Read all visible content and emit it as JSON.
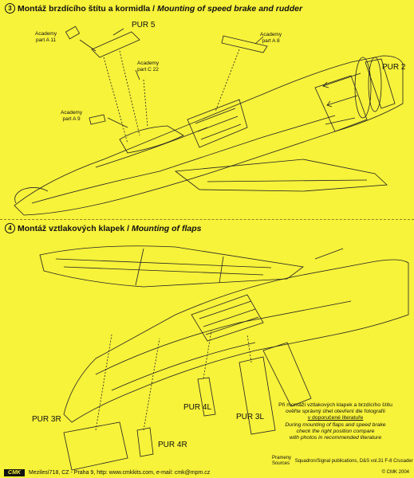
{
  "section3": {
    "num": "3",
    "title_cz": "Montáž brzdícího štítu a kormidla / ",
    "title_en": "Mounting of speed brake and rudder"
  },
  "section4": {
    "num": "4",
    "title_cz": "Montáž vztlakových klapek / ",
    "title_en": "Mounting of flaps"
  },
  "labels": {
    "academy_a11_line1": "Academy",
    "academy_a11_line2": "part A 11",
    "academy_a8_line1": "Academy",
    "academy_a8_line2": "part A 8",
    "academy_c22_line1": "Academy",
    "academy_c22_line2": "part C 22",
    "academy_a9_line1": "Academy",
    "academy_a9_line2": "part A 9",
    "pur5": "PUR 5",
    "pur2": "PUR 2",
    "pur3r": "PUR 3R",
    "pur4l": "PUR 4L",
    "pur3l": "PUR 3L",
    "pur4r": "PUR 4R"
  },
  "note": {
    "cz_line1": "Při montáži vztlakových klapek a brzdícího štítu",
    "cz_line2": "ověřte správný úhel otevření dle fotografií",
    "cz_line3": "v doporučené literatuře",
    "en_line1": "During mounting of flaps and speed brake",
    "en_line2": "check the right position compare",
    "en_line3": "with photos in recommended literature"
  },
  "sources": {
    "label_line1": "Prameny",
    "label_line2": "Sources",
    "text": "Squadron/Signal publications, D&S vol.31 F-8 Crusader"
  },
  "footer": {
    "logo": "CMK",
    "address": "Mezilesí718,  CZ - Praha 9,  http: www.cmkkits.com, e-mail: cmk@mpm.cz",
    "copyright": "© CMK 2004"
  }
}
